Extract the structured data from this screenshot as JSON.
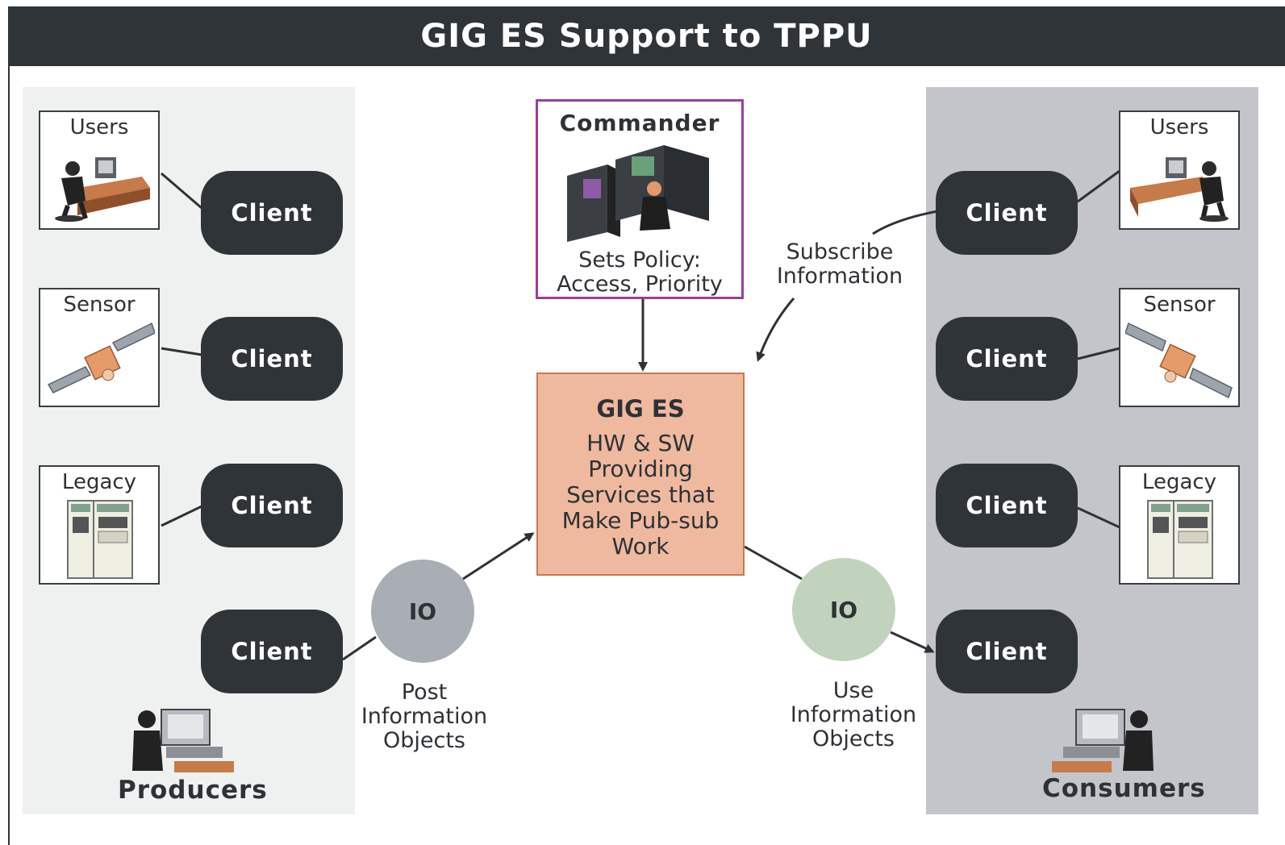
{
  "title": "GIG ES Support to TPPU",
  "producers": {
    "label": "Producers",
    "sources": [
      {
        "label": "Users",
        "icon": "user-at-desk-icon"
      },
      {
        "label": "Sensor",
        "icon": "satellite-icon"
      },
      {
        "label": "Legacy",
        "icon": "legacy-computer-icon"
      }
    ],
    "clients": [
      "Client",
      "Client",
      "Client",
      "Client"
    ]
  },
  "consumers": {
    "label": "Consumers",
    "sources": [
      {
        "label": "Users",
        "icon": "user-at-desk-icon"
      },
      {
        "label": "Sensor",
        "icon": "satellite-icon"
      },
      {
        "label": "Legacy",
        "icon": "legacy-computer-icon"
      }
    ],
    "clients": [
      "Client",
      "Client",
      "Client",
      "Client"
    ]
  },
  "commander": {
    "title": "Commander",
    "policy": "Sets Policy:\nAccess, Priority",
    "icon": "commander-workstation-icon"
  },
  "gig_es": {
    "title": "GIG ES",
    "description": "HW & SW\nProviding\nServices that\nMake Pub-sub\nWork"
  },
  "io_post": {
    "label": "IO",
    "caption": "Post\nInformation\nObjects"
  },
  "io_use": {
    "label": "IO",
    "caption": "Use\nInformation\nObjects"
  },
  "subscribe_caption": "Subscribe\nInformation",
  "colors": {
    "title_bar": "#2f3438",
    "client": "#2f3438",
    "producers_panel": "#eff1f0",
    "consumers_panel": "#c3c5ca",
    "commander_border": "#9a3f9a",
    "gig_es_fill": "#efb9a0",
    "io_post": "#a9adb4",
    "io_use": "#c2d3bd"
  }
}
